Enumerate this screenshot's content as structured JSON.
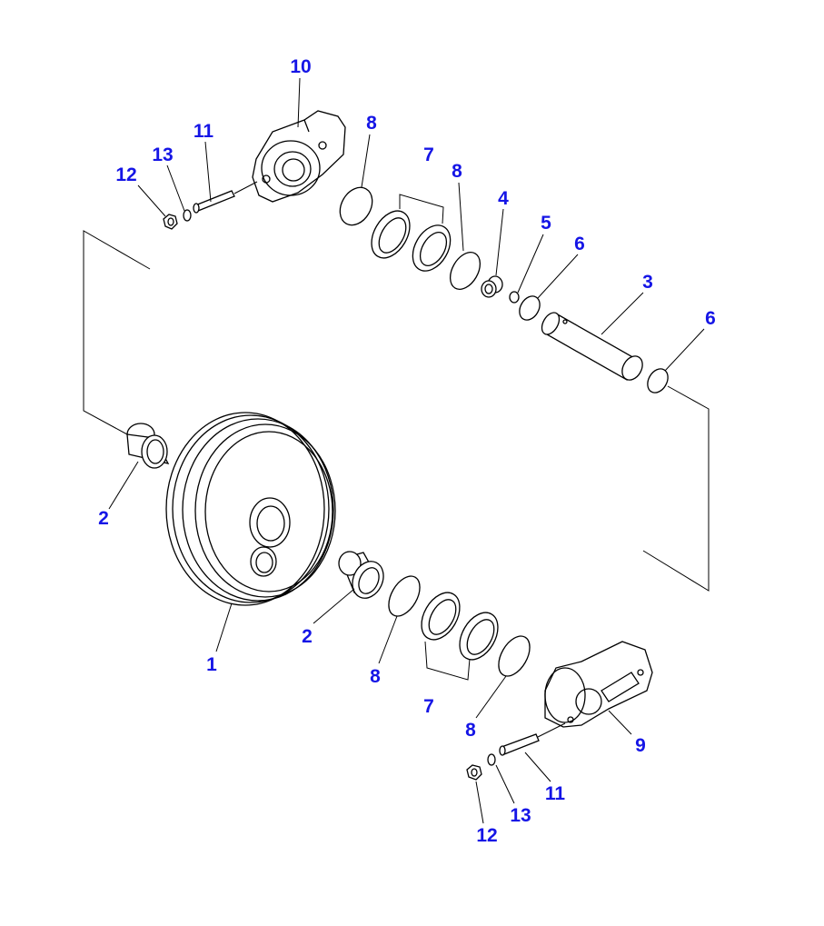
{
  "diagram": {
    "type": "exploded parts view",
    "label_color": "#1515e6",
    "callouts": {
      "c10": "10",
      "c11a": "11",
      "c13a": "13",
      "c12a": "12",
      "c8a": "8",
      "c7a": "7",
      "c8b": "8",
      "c4": "4",
      "c5": "5",
      "c6a": "6",
      "c3": "3",
      "c6b": "6",
      "c2a": "2",
      "c1": "1",
      "c2b": "2",
      "c8c": "8",
      "c7b": "7",
      "c8d": "8",
      "c9": "9",
      "c11b": "11",
      "c13b": "13",
      "c12b": "12"
    }
  }
}
